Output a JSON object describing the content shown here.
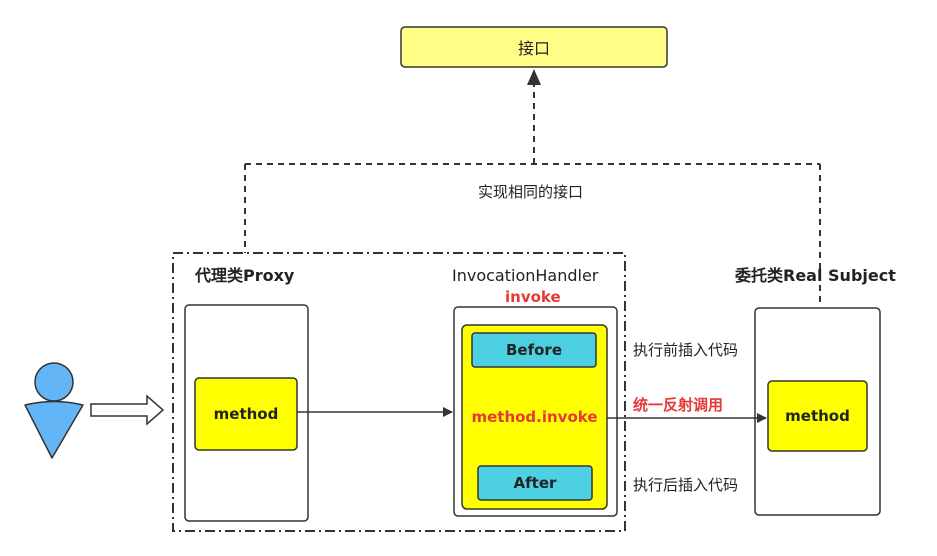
{
  "interface": {
    "label": "接口"
  },
  "implements_label": "实现相同的接口",
  "proxy": {
    "title": "代理类Proxy",
    "method_label": "method"
  },
  "handler": {
    "title": "InvocationHandler",
    "invoke_label": "invoke",
    "before_label": "Before",
    "method_invoke_label": "method.invoke",
    "after_label": "After"
  },
  "real_subject": {
    "title": "委托类Real Subject",
    "method_label": "method"
  },
  "annotations": {
    "before_insert": "执行前插入代码",
    "unified_reflect": "统一反射调用",
    "after_insert": "执行后插入代码"
  },
  "colors": {
    "yellow_box": "#ffff00",
    "interface_fill": "#ffff88",
    "cyan_box": "#4dd0e1",
    "accent_red": "#e53935",
    "user_blue": "#64b5f6",
    "stroke": "#333333"
  }
}
